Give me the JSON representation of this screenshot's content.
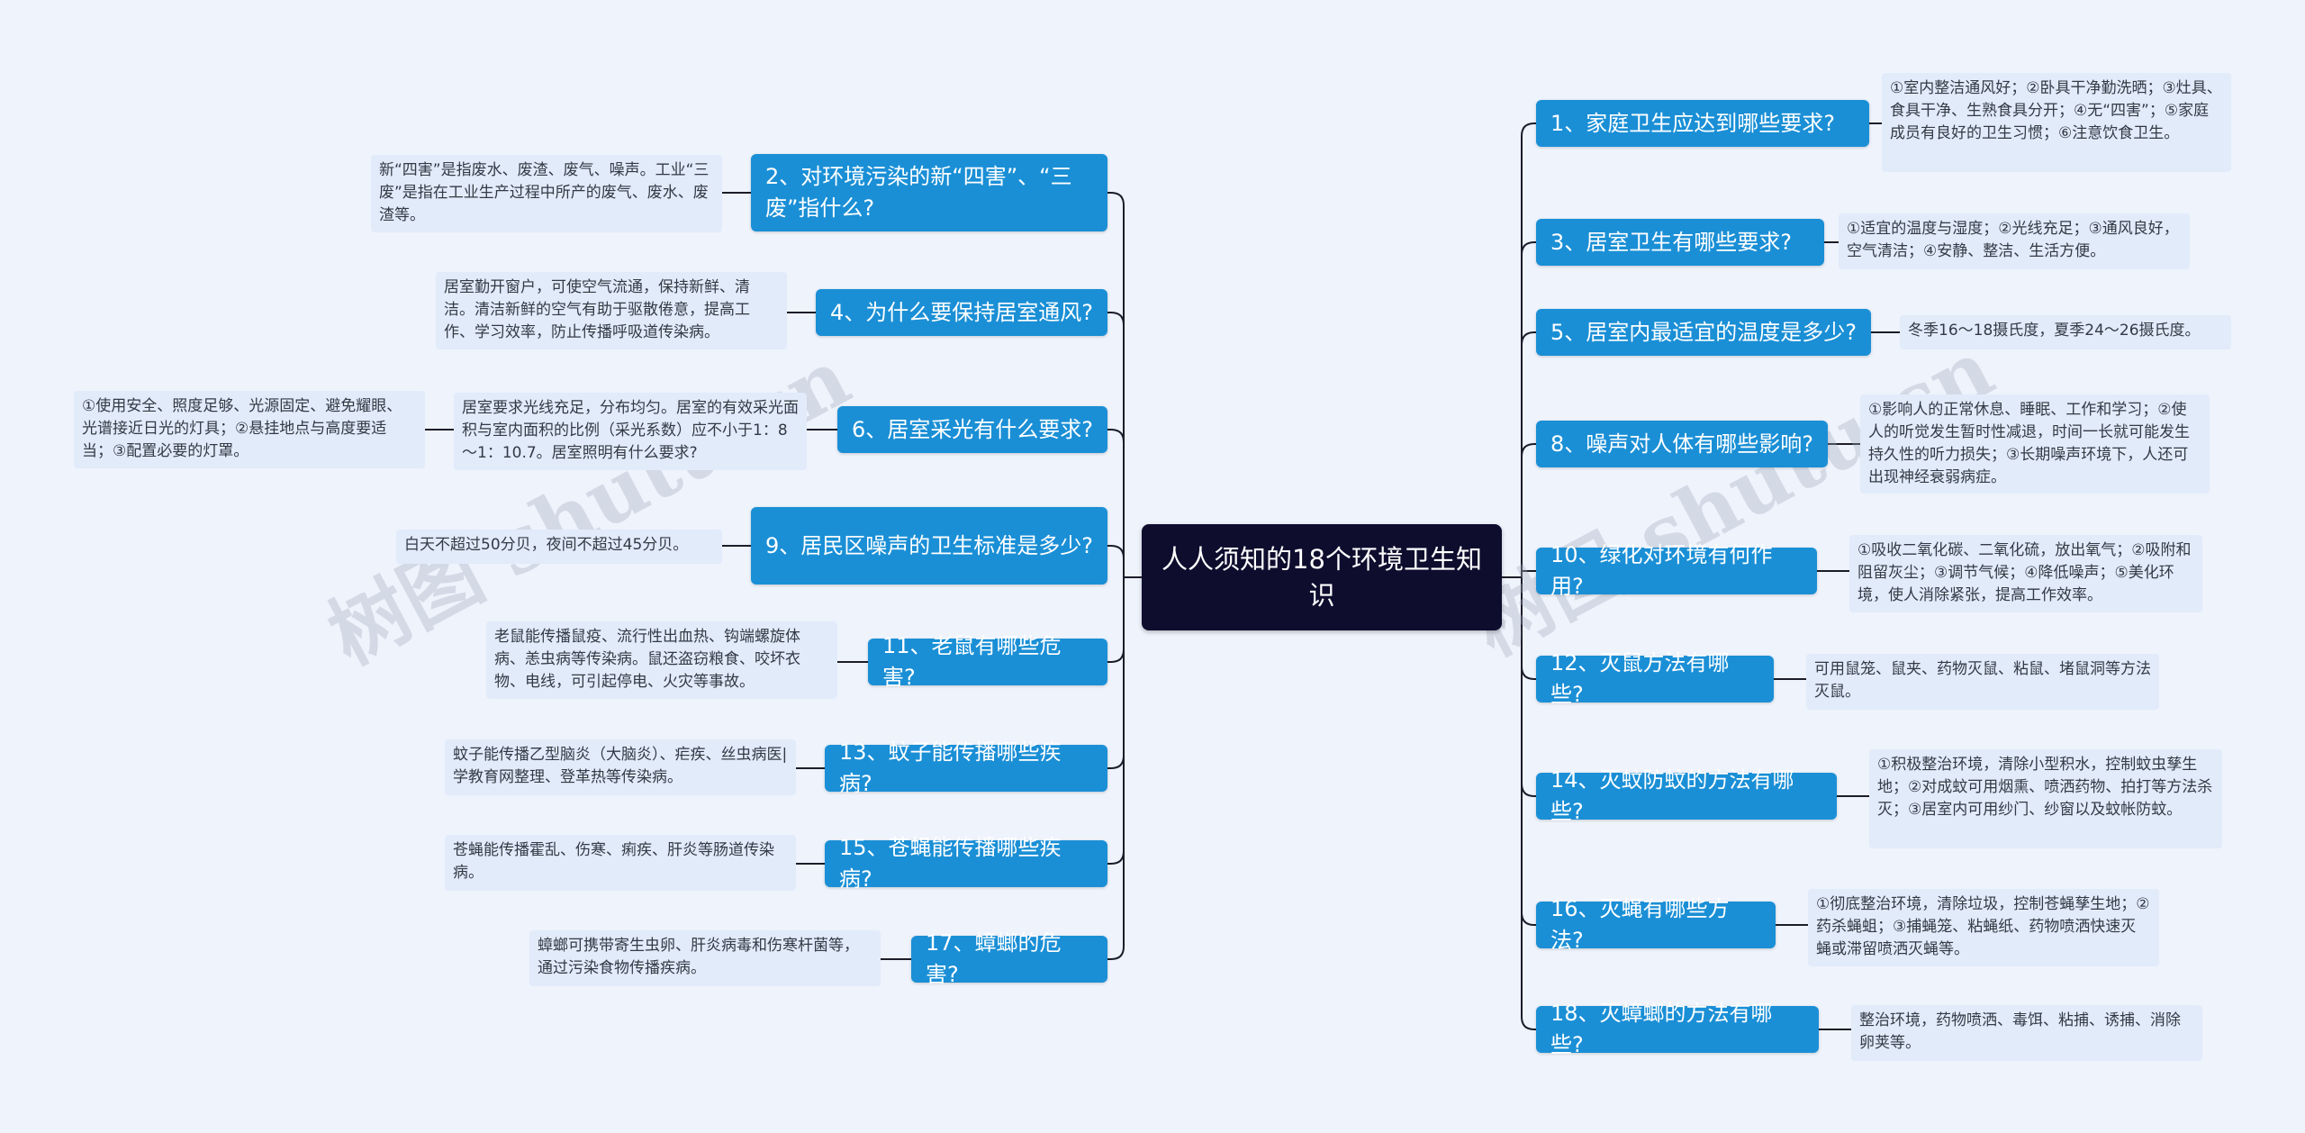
{
  "root": "人人须知的18个环境卫生知识",
  "watermarks": [
    "树图 shutu.cn",
    "树图 shutu.cn"
  ],
  "right": [
    {
      "topic": "1、家庭卫生应达到哪些要求?",
      "note": "①室内整洁通风好；②卧具干净勤洗晒；③灶具、食具干净、生熟食具分开；④无“四害”；⑤家庭成员有良好的卫生习惯；⑥注意饮食卫生。"
    },
    {
      "topic": "3、居室卫生有哪些要求?",
      "note": "①适宜的温度与湿度；②光线充足；③通风良好，空气清洁；④安静、整洁、生活方便。"
    },
    {
      "topic": "5、居室内最适宜的温度是多少?",
      "note": "冬季16～18摄氏度，夏季24～26摄氏度。"
    },
    {
      "topic": "8、噪声对人体有哪些影响?",
      "note": "①影响人的正常休息、睡眠、工作和学习；②使人的听觉发生暂时性减退，时间一长就可能发生持久性的听力损失；③长期噪声环境下，人还可出现神经衰弱病症。"
    },
    {
      "topic": "10、绿化对环境有何作用?",
      "note": "①吸收二氧化碳、二氧化硫，放出氧气；②吸附和阻留灰尘；③调节气候；④降低噪声；⑤美化环境，使人消除紧张，提高工作效率。"
    },
    {
      "topic": "12、灭鼠方法有哪些?",
      "note": "可用鼠笼、鼠夹、药物灭鼠、粘鼠、堵鼠洞等方法灭鼠。"
    },
    {
      "topic": "14、灭蚊防蚊的方法有哪些?",
      "note": "①积极整治环境，清除小型积水，控制蚊虫孳生地；②对成蚊可用烟熏、喷洒药物、拍打等方法杀灭；③居室内可用纱门、纱窗以及蚊帐防蚊。"
    },
    {
      "topic": "16、灭蝇有哪些方法?",
      "note": "①彻底整治环境，清除垃圾，控制苍蝇孳生地；②药杀蝇蛆；③捕蝇笼、粘蝇纸、药物喷洒快速灭蝇或滞留喷洒灭蝇等。"
    },
    {
      "topic": "18、灭蟑螂的方法有哪些?",
      "note": "整治环境，药物喷洒、毒饵、粘捕、诱捕、消除卵荚等。"
    }
  ],
  "left": [
    {
      "topic": "2、对环境污染的新“四害”、“三废”指什么?",
      "notes": [
        "新“四害”是指废水、废渣、废气、噪声。工业“三废”是指在工业生产过程中所产的废气、废水、废渣等。"
      ]
    },
    {
      "topic": "4、为什么要保持居室通风?",
      "notes": [
        "居室勤开窗户，可使空气流通，保持新鲜、清洁。清洁新鲜的空气有助于驱散倦意，提高工作、学习效率，防止传播呼吸道传染病。"
      ]
    },
    {
      "topic": "6、居室采光有什么要求?",
      "notes": [
        "居室要求光线充足，分布均匀。居室的有效采光面积与室内面积的比例（采光系数）应不小于1：8～1：10.7。居室照明有什么要求?",
        "①使用安全、照度足够、光源固定、避免耀眼、光谱接近日光的灯具；②悬挂地点与高度要适当；③配置必要的灯罩。"
      ]
    },
    {
      "topic": "9、居民区噪声的卫生标准是多少?",
      "notes": [
        "白天不超过50分贝，夜间不超过45分贝。"
      ]
    },
    {
      "topic": "11、老鼠有哪些危害?",
      "notes": [
        "老鼠能传播鼠疫、流行性出血热、钩端螺旋体病、恙虫病等传染病。鼠还盗窃粮食、咬坏衣物、电线，可引起停电、火灾等事故。"
      ]
    },
    {
      "topic": "13、蚊子能传播哪些疾病?",
      "notes": [
        "蚊子能传播乙型脑炎（大脑炎）、疟疾、丝虫病医|学教育网整理、登革热等传染病。"
      ]
    },
    {
      "topic": "15、苍蝇能传播哪些疾病?",
      "notes": [
        "苍蝇能传播霍乱、伤寒、痢疾、肝炎等肠道传染病。"
      ]
    },
    {
      "topic": "17、蟑螂的危害?",
      "notes": [
        "蟑螂可携带寄生虫卵、肝炎病毒和伤寒杆菌等，通过污染食物传播疾病。"
      ]
    }
  ],
  "colors": {
    "root": "#0f0d2e",
    "topic": "#1a8fd6",
    "note": "#e2ebfa",
    "line": "#1c1c2a",
    "background": "#eef3fc"
  }
}
